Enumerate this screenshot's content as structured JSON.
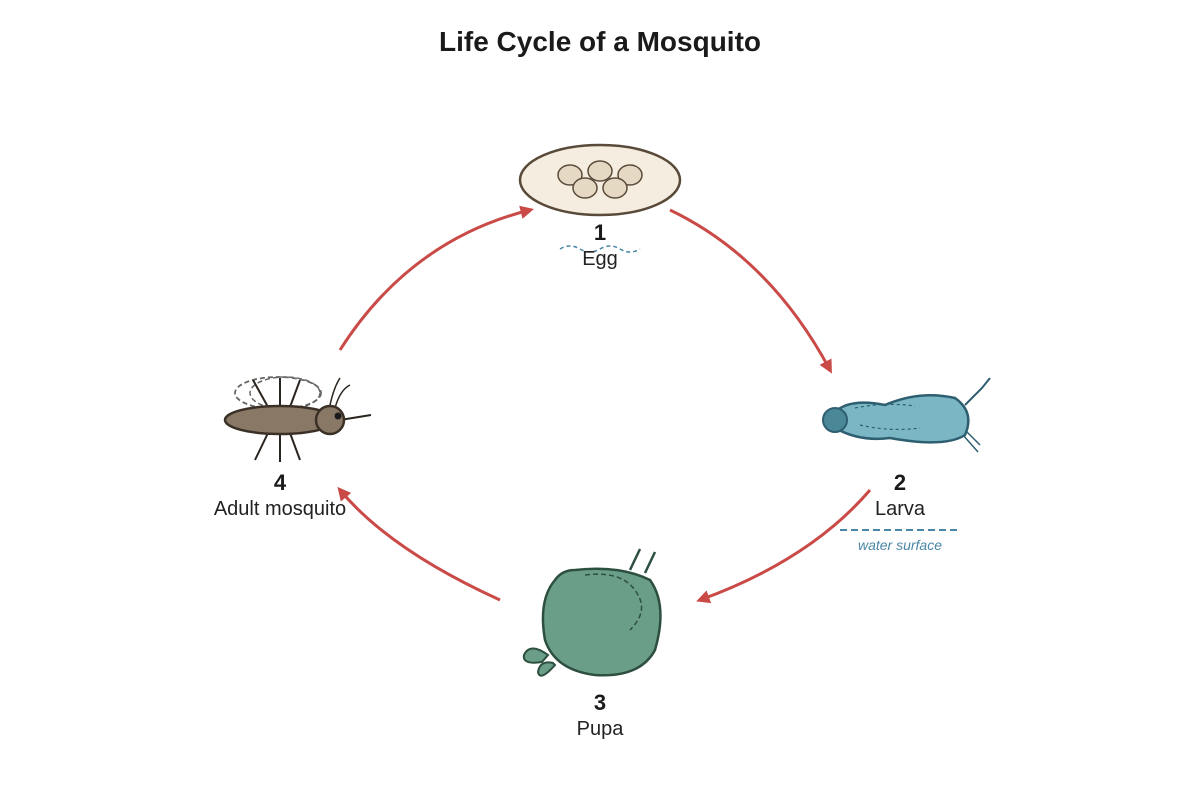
{
  "title": "Life Cycle of a Mosquito",
  "colors": {
    "arrow": "#c94a46",
    "egg_fill": "#f5ede0",
    "egg_stroke": "#5a4a3a",
    "larva_fill": "#7ab6c4",
    "larva_stroke": "#2e5f70",
    "pupa_fill": "#6a9e88",
    "pupa_stroke": "#2d4f40",
    "adult_body": "#8a7866",
    "adult_stroke": "#3a3026",
    "water": "#4a86a8"
  },
  "stages": [
    {
      "number": "1",
      "name": "Egg",
      "icon": "egg-raft-icon"
    },
    {
      "number": "2",
      "name": "Larva",
      "icon": "larva-icon"
    },
    {
      "number": "3",
      "name": "Pupa",
      "icon": "pupa-icon"
    },
    {
      "number": "4",
      "name": "Adult mosquito",
      "icon": "adult-mosquito-icon"
    }
  ],
  "water_surface_label": "water surface"
}
